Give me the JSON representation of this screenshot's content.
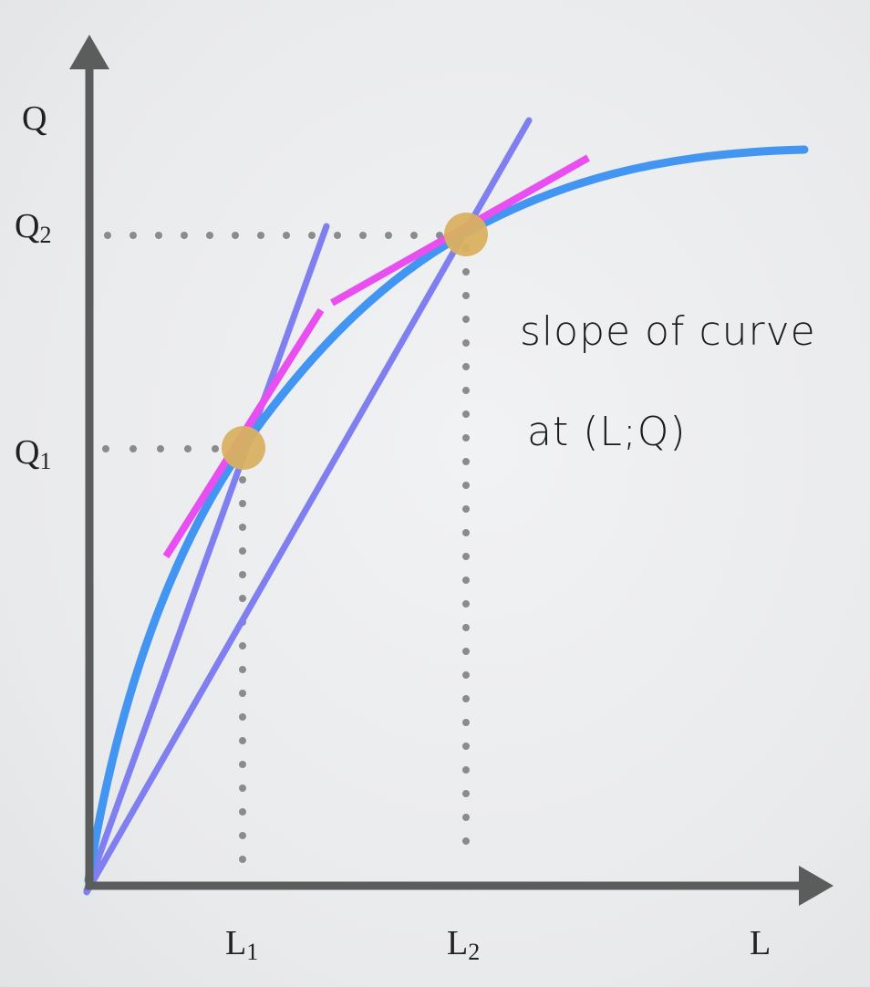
{
  "colors": {
    "axis": "#5b5d5c",
    "curve": "#4395f2",
    "chord": "#7f7ff0",
    "tangent": "#e84ef0",
    "point": "#d9b060",
    "guide": "#8a8c8c"
  },
  "axes": {
    "y_label": "Q",
    "x_label": "L"
  },
  "ticks": {
    "q2": {
      "base": "Q",
      "sub": "2"
    },
    "q1": {
      "base": "Q",
      "sub": "1"
    },
    "l1": {
      "base": "L",
      "sub": "1"
    },
    "l2": {
      "base": "L",
      "sub": "2"
    }
  },
  "annotation": {
    "line1": "slope of curve",
    "line2": "at (L;Q)"
  }
}
